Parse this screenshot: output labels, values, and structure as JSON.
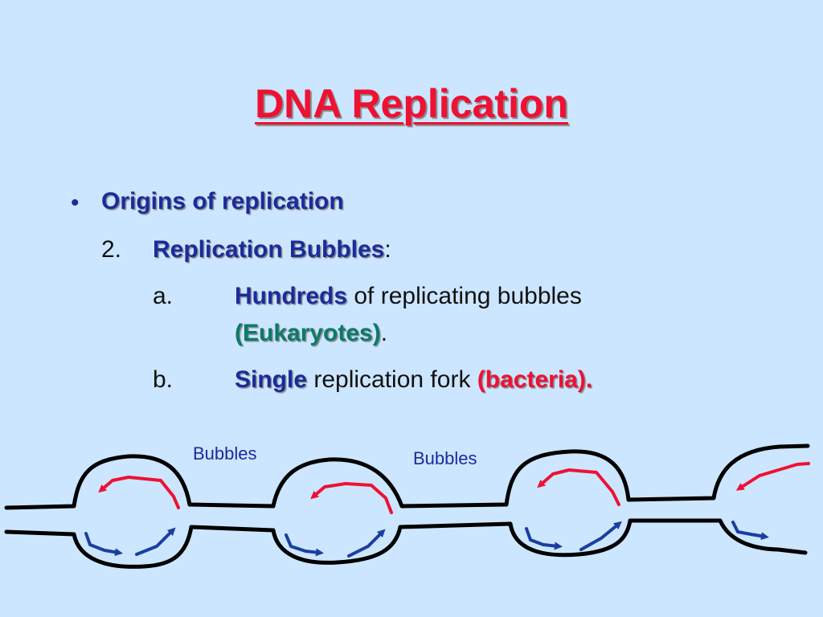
{
  "slide": {
    "title": "DNA Replication",
    "bullet": "•",
    "heading": "Origins of replication",
    "item2_number": "2.",
    "item2_text": "Replication Bubbles",
    "item2_colon": ":",
    "a_marker": "a.",
    "a_highlight": "Hundreds",
    "a_text": " of replicating bubbles",
    "a_paren": "(Eukaryotes)",
    "a_end": ".",
    "b_marker": "b.",
    "b_highlight": "Single",
    "b_text": " replication fork ",
    "b_paren": "(bacteria).",
    "bubbles_label_1": "Bubbles",
    "bubbles_label_2": "Bubbles"
  },
  "colors": {
    "background": "#cce6ff",
    "title": "#ee1133",
    "emphasis_blue": "#1a2b9c",
    "emphasis_teal": "#0b7a6a",
    "leading_strand_red": "#ee1133",
    "lagging_strand_blue": "#1a3fa0",
    "dna_line": "#000000"
  }
}
